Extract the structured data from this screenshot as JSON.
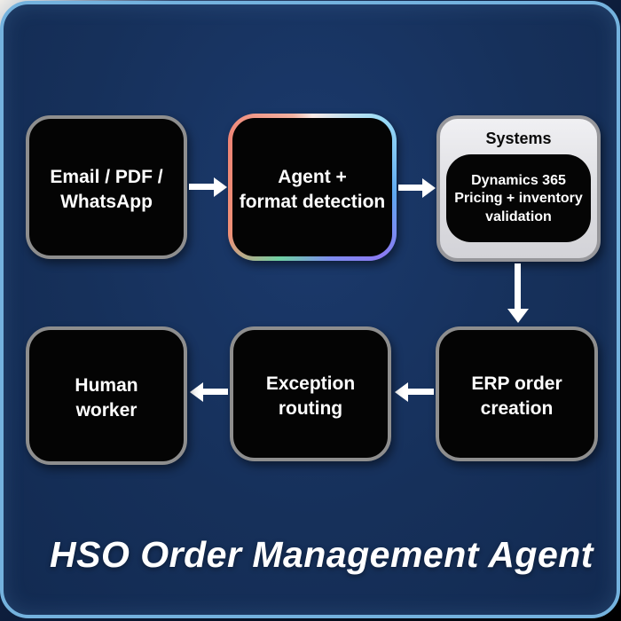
{
  "title": {
    "text": "HSO Order Management Agent"
  },
  "nodes": {
    "email": {
      "label": "Email / PDF /\nWhatsApp"
    },
    "agent": {
      "label": "Agent +\nformat detection",
      "border_gradient": [
        "#ee8576",
        "#fbeae6",
        "#9bdcf6",
        "#5ea8f0",
        "#8b7af2",
        "#6fd0a2"
      ]
    },
    "systems": {
      "label": "Systems",
      "inner_label": "Dynamics 365\nPricing + inventory\nvalidation",
      "background": "#e4e4e8"
    },
    "erp": {
      "label": "ERP order\ncreation"
    },
    "exception": {
      "label": "Exception\nrouting"
    },
    "human": {
      "label": "Human\nworker"
    }
  },
  "arrows": [
    {
      "name": "email-to-agent",
      "direction": "right"
    },
    {
      "name": "agent-to-systems",
      "direction": "right"
    },
    {
      "name": "systems-to-erp",
      "direction": "down"
    },
    {
      "name": "erp-to-exception",
      "direction": "left"
    },
    {
      "name": "exception-to-human",
      "direction": "left"
    }
  ],
  "colors": {
    "canvas_navy": "#16305a",
    "card_border_blue": "#74b2de",
    "node_black": "#040404",
    "node_border_gray": "#8e8e8e",
    "systems_panel_gray": "#e4e4e8",
    "arrow_white": "#ffffff",
    "title_white": "#ffffff"
  }
}
